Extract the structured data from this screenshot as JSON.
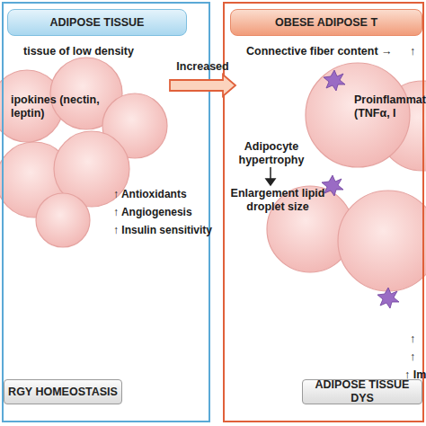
{
  "diagram": {
    "nodes": [
      {
        "text": [
          "tissue of low density",
          "ipokines (nectin, leptin)",
          "↑ Antioxidants",
          "↑ Angiogenesis",
          "↑ Insulin sensitivity"
        ]
      },
      {
        "text": [
          "ADIPOSE TISSUE"
        ],
        "in": 0
      },
      {
        "text": [
          "RGY HOMEOSTASIS"
        ],
        "in": 0
      },
      {
        "text": [
          "Connective fiber content →",
          "↑",
          "Proinflammat (TNFα, I",
          "Adipocyte hypertrophy",
          "Enlargement lipid droplet size",
          "↑",
          "↑",
          "↑ Im"
        ]
      },
      {
        "text": [
          "OBESE ADIPOSE T"
        ],
        "in": 3
      },
      {
        "text": [
          "ADIPOSE TISSUE DYS"
        ],
        "in": 3
      }
    ],
    "edges": [
      {
        "from": 0,
        "to": 3,
        "label": "Increased",
        "arrow": "to"
      }
    ]
  }
}
